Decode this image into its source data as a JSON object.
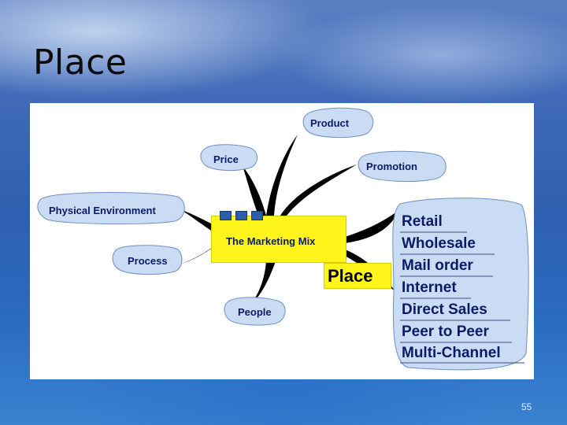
{
  "slide": {
    "title": "Place",
    "number": "55"
  },
  "diagram": {
    "center": "The Marketing Mix",
    "branches": {
      "product": "Product",
      "price": "Price",
      "promotion": "Promotion",
      "physical_environment": "Physical Environment",
      "process": "Process",
      "people": "People",
      "place": "Place"
    },
    "place_channels": [
      "Retail",
      "Wholesale",
      "Mail order",
      "Internet",
      "Direct Sales",
      "Peer to Peer",
      "Multi-Channel"
    ],
    "colors": {
      "bubble_fill": "#c9dcf4",
      "bubble_stroke": "#6f8fc0",
      "center_fill": "#fff51a",
      "branch_color": "#000000",
      "text_color": "#0c1b66"
    }
  }
}
